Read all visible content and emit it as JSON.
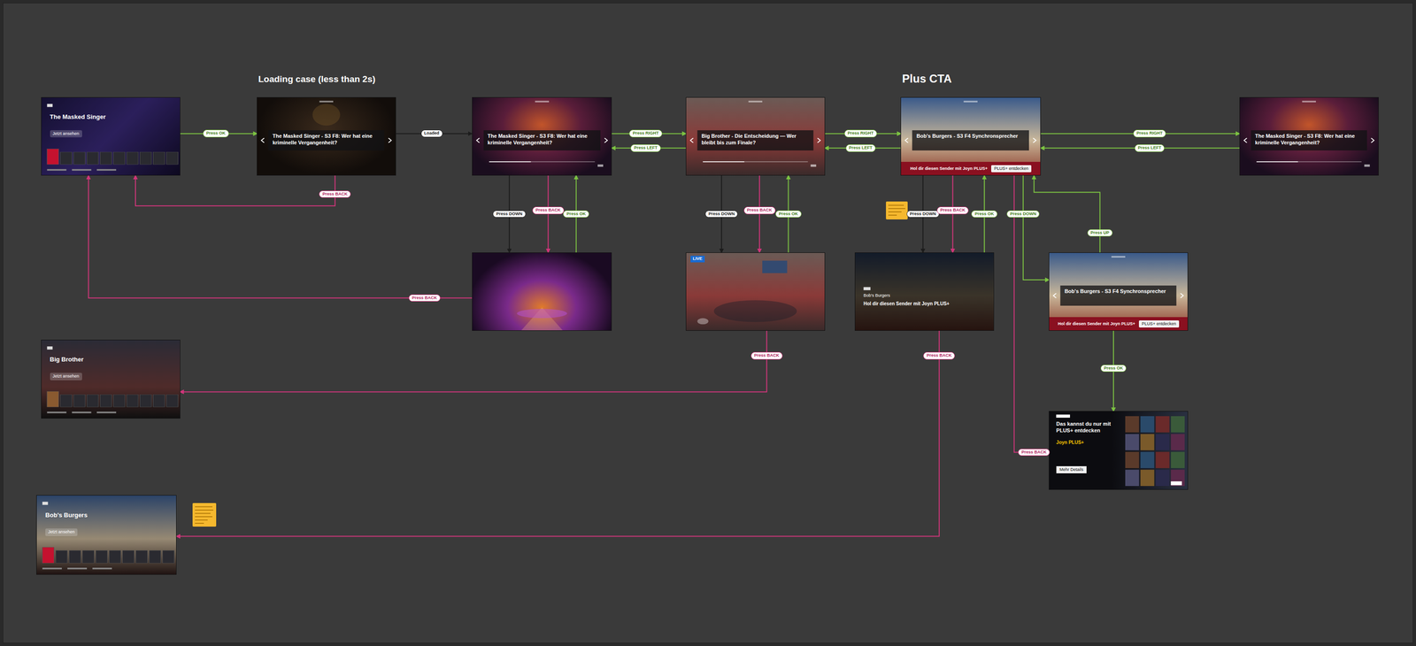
{
  "diagram": {
    "nodes": [
      {
        "text": [
          "The Masked Singer",
          "Jetzt ansehen"
        ]
      },
      {
        "text": [
          "The Masked Singer - S3 F8: Wer hat eine kriminelle Vergangenheit?"
        ]
      },
      {
        "text": [
          "The Masked Singer - S3 F8: Wer hat eine kriminelle Vergangenheit?"
        ]
      },
      {
        "text": [
          "Big Brother - Die Entscheidung — Wer bleibt bis zum Finale?"
        ]
      },
      {
        "text": [
          "Bob's Burgers - S3 F4 Synchronsprecher",
          "Hol dir diesen Sender mit Joyn PLUS+",
          "PLUS+ entdecken"
        ]
      },
      {
        "text": [
          "The Masked Singer - S3 F8: Wer hat eine kriminelle Vergangenheit?"
        ]
      },
      {
        "text": []
      },
      {
        "text": [
          "LIVE"
        ]
      },
      {
        "text": [
          "Bob's Burgers",
          "Hol dir diesen Sender mit Joyn PLUS+"
        ]
      },
      {
        "text": [
          "Bob's Burgers - S3 F4 Synchronsprecher",
          "Hol dir diesen Sender mit Joyn PLUS+",
          "PLUS+ entdecken"
        ]
      },
      {
        "text": [
          "Big Brother",
          "Jetzt ansehen"
        ]
      },
      {
        "text": [
          "Das kannst du nur mit PLUS+ entdecken",
          "Joyn PLUS+",
          "Mehr Details"
        ]
      },
      {
        "text": [
          "Bob's Burgers",
          "Jetzt ansehen"
        ]
      }
    ],
    "edges": [
      {
        "from": 0,
        "to": 1,
        "label": "Press OK",
        "arrow": "to"
      },
      {
        "from": 1,
        "to": 2,
        "label": "Loaded",
        "arrow": "to"
      },
      {
        "from": 1,
        "to": 0,
        "label": "Press BACK",
        "arrow": "to"
      },
      {
        "from": 2,
        "to": 3,
        "label": "Press RIGHT",
        "arrow": "to"
      },
      {
        "from": 3,
        "to": 2,
        "label": "Press LEFT",
        "arrow": "to"
      },
      {
        "from": 3,
        "to": 4,
        "label": "Press RIGHT",
        "arrow": "to"
      },
      {
        "from": 4,
        "to": 3,
        "label": "Press LEFT",
        "arrow": "to"
      },
      {
        "from": 4,
        "to": 5,
        "label": "Press RIGHT",
        "arrow": "to"
      },
      {
        "from": 5,
        "to": 4,
        "label": "Press LEFT",
        "arrow": "to"
      },
      {
        "from": 2,
        "to": 6,
        "label": "Press DOWN",
        "arrow": "to"
      },
      {
        "from": 2,
        "to": 6,
        "label": "Press BACK",
        "arrow": "to"
      },
      {
        "from": 6,
        "to": 2,
        "label": "Press OK",
        "arrow": "to"
      },
      {
        "from": 6,
        "to": 0,
        "label": "Press BACK",
        "arrow": "to"
      },
      {
        "from": 3,
        "to": 7,
        "label": "Press DOWN",
        "arrow": "to"
      },
      {
        "from": 3,
        "to": 7,
        "label": "Press BACK",
        "arrow": "to"
      },
      {
        "from": 7,
        "to": 3,
        "label": "Press OK",
        "arrow": "to"
      },
      {
        "from": 7,
        "to": 10,
        "label": "Press BACK",
        "arrow": "to"
      },
      {
        "from": 4,
        "to": 8,
        "label": "Press DOWN",
        "arrow": "to"
      },
      {
        "from": 4,
        "to": 8,
        "label": "Press BACK",
        "arrow": "to"
      },
      {
        "from": 8,
        "to": 4,
        "label": "Press OK",
        "arrow": "to"
      },
      {
        "from": 8,
        "to": 12,
        "label": "Press BACK",
        "arrow": "to"
      },
      {
        "from": 4,
        "to": 9,
        "label": "Press DOWN",
        "arrow": "to"
      },
      {
        "from": 9,
        "to": 4,
        "label": "Press UP",
        "arrow": "to"
      },
      {
        "from": 9,
        "to": 11,
        "label": "Press OK",
        "arrow": "to"
      },
      {
        "from": 4,
        "to": 11,
        "label": "Press BACK",
        "arrow": "to"
      }
    ],
    "labels": [
      "Loading case (less than 2s)",
      "Plus CTA"
    ]
  }
}
